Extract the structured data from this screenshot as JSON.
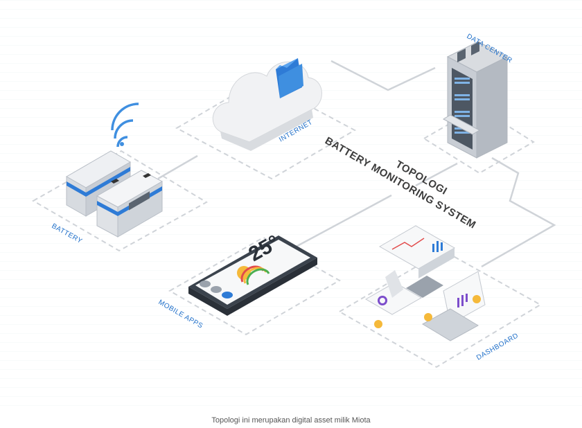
{
  "title": {
    "line1": "TOPOLOGI",
    "line2": "BATTERY MONITORING SYSTEM"
  },
  "nodes": {
    "battery": "BATTERY",
    "internet": "INTERNET",
    "data_center": "DATA CENTER",
    "mobile_apps": "MOBILE APPS",
    "dashboard": "DASHBOARD"
  },
  "phone_screen": {
    "temperature": "25°"
  },
  "caption": "Topologi ini merupakan digital asset milik Miota",
  "colors": {
    "accent_blue": "#1f6fc9",
    "link_grey": "#cfd3d8",
    "dashed_box": "#cfd3d8"
  }
}
